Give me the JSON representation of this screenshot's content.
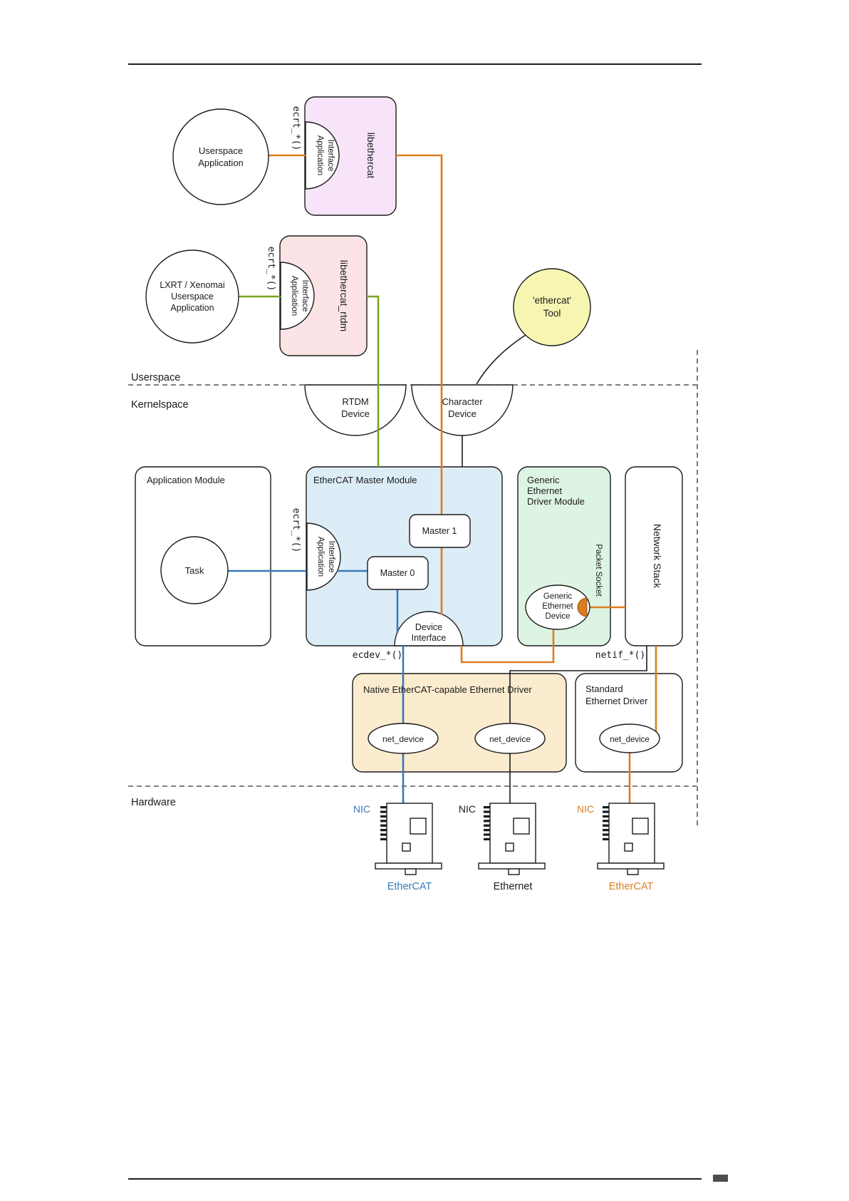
{
  "colors": {
    "orange": "#dc7c20",
    "blue": "#3a79bb",
    "green": "#78a51f",
    "fill_libethercat": "#f7e4f9",
    "fill_rtdm": "#fce4e6",
    "fill_tool": "#f6f6b2",
    "fill_master": "#dcedf8",
    "fill_generic": "#def4e3",
    "fill_native": "#fbeccf"
  },
  "sections": {
    "userspace": "Userspace",
    "kernelspace": "Kernelspace",
    "hardware": "Hardware"
  },
  "nodes": {
    "userspace_app": {
      "l1": "Userspace",
      "l2": "Application"
    },
    "libethercat": {
      "title": "libethercat",
      "api": "ecrt_*()",
      "if1": "Application",
      "if2": "Interface"
    },
    "lxrt_app": {
      "l1": "LXRT / Xenomai",
      "l2": "Userspace",
      "l3": "Application"
    },
    "libethercat_rtdm": {
      "title": "libethercat_rtdm",
      "api": "ecrt_*()",
      "if1": "Application",
      "if2": "Interface"
    },
    "tool": {
      "l1": "'ethercat'",
      "l2": "Tool"
    },
    "rtdm_device": {
      "l1": "RTDM",
      "l2": "Device"
    },
    "char_device": {
      "l1": "Character",
      "l2": "Device"
    },
    "app_module": {
      "title": "Application Module",
      "task": "Task"
    },
    "master_module": {
      "title": "EtherCAT Master Module",
      "api": "ecrt_*()",
      "if1": "Application",
      "if2": "Interface",
      "master0": "Master 0",
      "master1": "Master 1",
      "di1": "Device",
      "di2": "Interface",
      "ecdev": "ecdev_*()"
    },
    "generic_module": {
      "t1": "Generic",
      "t2": "Ethernet",
      "t3": "Driver Module",
      "d1": "Generic",
      "d2": "Ethernet",
      "d3": "Device",
      "socket": "Packet Socket"
    },
    "network_stack": {
      "title": "Network Stack",
      "netif": "netif_*()"
    },
    "native_driver": {
      "title": "Native EtherCAT-capable Ethernet Driver",
      "nd1": "net_device",
      "nd2": "net_device"
    },
    "standard_driver": {
      "t1": "Standard",
      "t2": "Ethernet Driver",
      "nd": "net_device"
    }
  },
  "hardware": {
    "nic1": "NIC",
    "nic2": "NIC",
    "nic3": "NIC",
    "bus1": "EtherCAT",
    "bus2": "Ethernet",
    "bus3": "EtherCAT"
  }
}
